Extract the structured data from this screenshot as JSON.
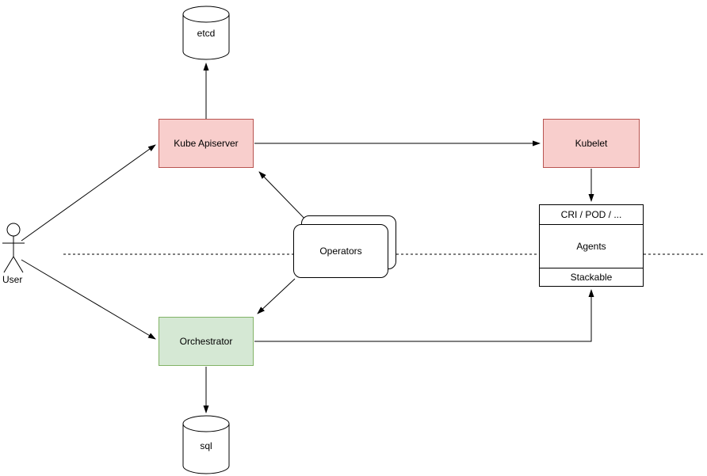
{
  "diagram": {
    "nodes": {
      "etcd": {
        "label": "etcd"
      },
      "kube_apiserver": {
        "label": "Kube Apiserver"
      },
      "kubelet": {
        "label": "Kubelet"
      },
      "operators": {
        "label": "Operators"
      },
      "agents": {
        "header": "CRI / POD / ...",
        "body": "Agents",
        "footer": "Stackable"
      },
      "orchestrator": {
        "label": "Orchestrator"
      },
      "sql": {
        "label": "sql"
      },
      "user": {
        "label": "User"
      }
    },
    "colors": {
      "node_red_fill": "#f8cecc",
      "node_red_stroke": "#b85450",
      "node_green_fill": "#d5e8d4",
      "node_green_stroke": "#82b366",
      "line_color": "#000000",
      "background": "#ffffff"
    }
  }
}
